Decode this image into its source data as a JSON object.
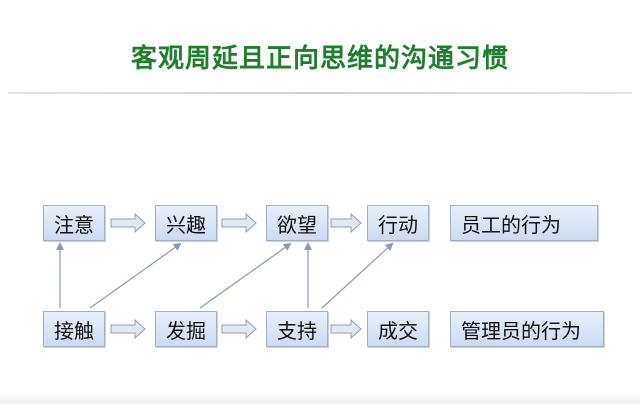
{
  "title": "客观周延且正向思维的沟通习惯",
  "nodes": {
    "attention": "注意",
    "interest": "兴趣",
    "desire": "欲望",
    "action": "行动",
    "employee_behavior": "员工的行为",
    "contact": "接触",
    "explore": "发掘",
    "support": "支持",
    "deal": "成交",
    "manager_behavior": "管理员的行为"
  },
  "colors": {
    "title": "#1f7f2e",
    "box_fill_top": "#e9f0fb",
    "box_fill_bottom": "#cddaf0",
    "box_border": "#9fb0c8",
    "connector": "#8a9bb3"
  }
}
